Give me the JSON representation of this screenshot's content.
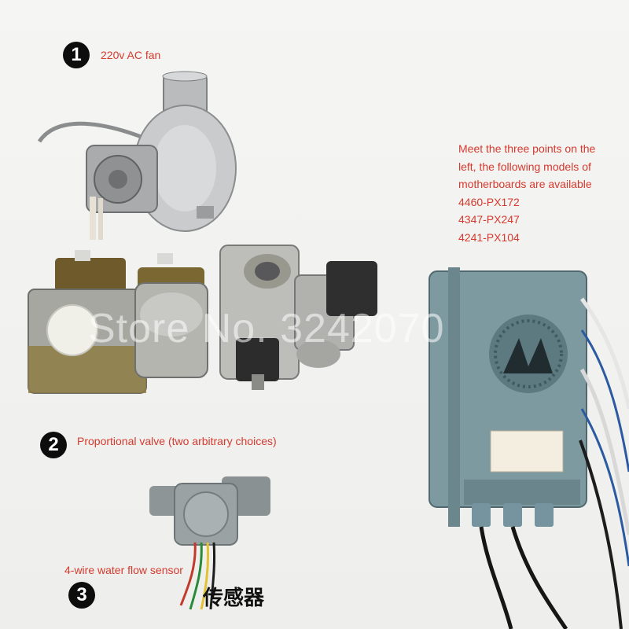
{
  "markers": {
    "fan": "1",
    "valve": "2",
    "sensor": "3"
  },
  "captions": {
    "fan": "220v AC fan",
    "valve": "Proportional valve (two arbitrary choices)",
    "sensor": "4-wire water flow sensor"
  },
  "note": {
    "line1": "Meet the three points on the",
    "line2": "left, the following models of",
    "line3": "motherboards are available",
    "model1": "4460-PX172",
    "model2": "4347-PX247",
    "model3": "4241-PX104"
  },
  "sensor_label_zh": "传感器",
  "watermark": "Store No. 3242070",
  "colors": {
    "caption_red": "#d63a2e",
    "marker_black": "#0d0d0d"
  }
}
